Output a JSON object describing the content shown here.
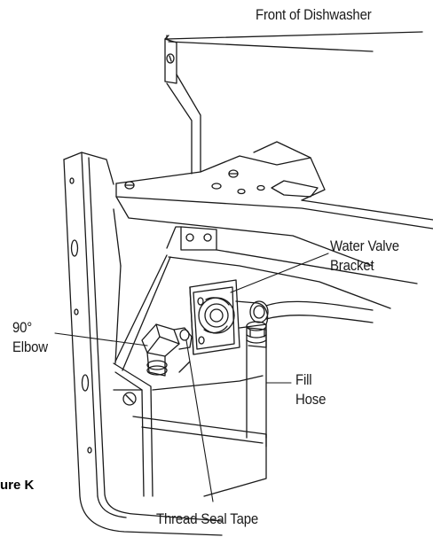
{
  "labels": {
    "front": "Front of Dishwasher",
    "valve_line1": "Water Valve",
    "valve_line2": "Bracket",
    "elbow_line1": "90°",
    "elbow_line2": "Elbow",
    "hose_line1": "Fill",
    "hose_line2": "Hose",
    "tape": "Thread Seal Tape"
  },
  "caption": "ure K",
  "colors": {
    "line": "#1a1a1a",
    "background": "#ffffff"
  }
}
